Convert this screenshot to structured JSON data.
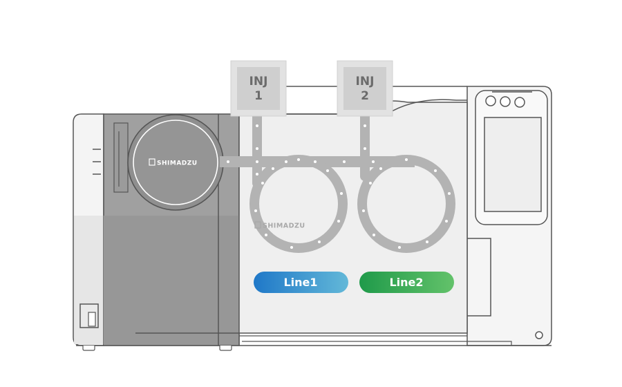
{
  "injectors": [
    {
      "line1": "INJ",
      "line2": "1"
    },
    {
      "line1": "INJ",
      "line2": "2"
    }
  ],
  "brand": {
    "door_logo": "SHIMADZU",
    "oven_logo": "SHIMADZU"
  },
  "lines": [
    {
      "label": "Line1",
      "gradient": [
        "#1f78c8",
        "#63b8d8"
      ]
    },
    {
      "label": "Line2",
      "gradient": [
        "#1f9a4a",
        "#63c26a"
      ]
    }
  ],
  "colors": {
    "outline": "#555555",
    "body_dark": "#9e9e9e",
    "body_light": "#eeeeee",
    "column": "#b0b0b0",
    "injector_box": "#d2d2d2"
  }
}
